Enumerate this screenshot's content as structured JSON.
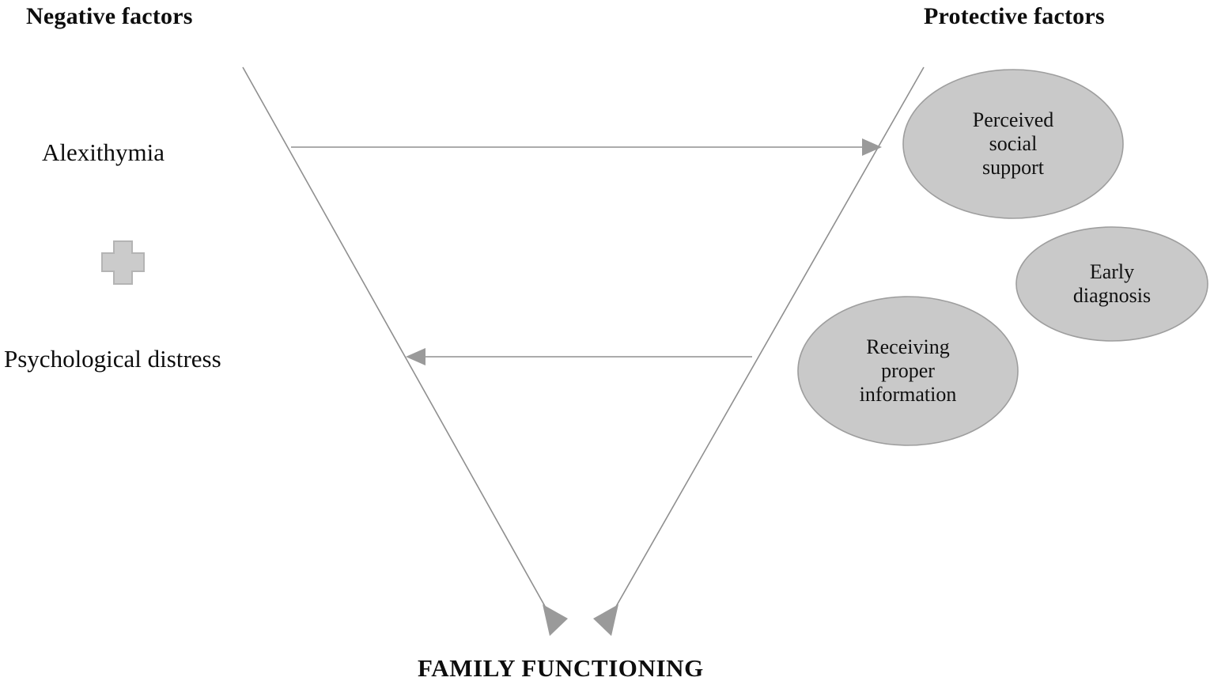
{
  "headers": {
    "left": "Negative factors",
    "right": "Protective factors"
  },
  "negative_factors": [
    {
      "id": "alexithymia",
      "label": "Alexithymia"
    },
    {
      "id": "psychological-distress",
      "label": "Psychological distress"
    }
  ],
  "operator": {
    "icon": "plus-icon",
    "symbol": "+"
  },
  "protective_factors": [
    {
      "id": "perceived-social-support",
      "lines": [
        "Perceived",
        "social",
        "support"
      ]
    },
    {
      "id": "early-diagnosis",
      "lines": [
        "Early",
        "diagnosis"
      ]
    },
    {
      "id": "receiving-proper-information",
      "lines": [
        "Receiving",
        "proper",
        "information"
      ]
    }
  ],
  "outcome": {
    "label": "FAMILY FUNCTIONING"
  },
  "arrows": [
    {
      "id": "alexithymia-to-protective",
      "direction": "right"
    },
    {
      "id": "protective-to-psychological-distress",
      "direction": "left"
    },
    {
      "id": "funnel-left-to-outcome",
      "direction": "down"
    },
    {
      "id": "funnel-right-to-outcome",
      "direction": "down"
    }
  ],
  "colors": {
    "background": "#ffffff",
    "text": "#0d0d0d",
    "line": "#8f8f8f",
    "arrow_fill": "#9a9a9a",
    "ellipse_fill": "#c9c9c9",
    "ellipse_stroke": "#9e9e9e",
    "plus_fill": "#cbcbcb",
    "plus_stroke": "#b4b4b4"
  }
}
